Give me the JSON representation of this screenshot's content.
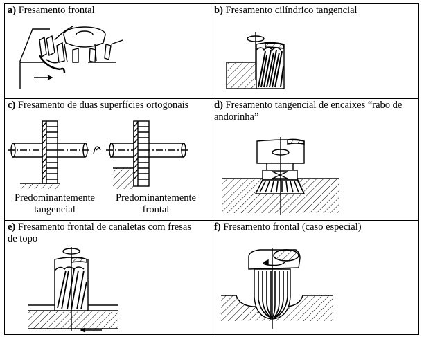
{
  "cells": [
    {
      "letter": "a)",
      "title": "Fresamento frontal"
    },
    {
      "letter": "b)",
      "title": "Fresamento cilíndrico tangencial"
    },
    {
      "letter": "c)",
      "title": "Fresamento de duas superfícies ortogonais",
      "sublabels": [
        {
          "line1": "Predominantemente",
          "line2": "tangencial"
        },
        {
          "line1": "Predominantemente",
          "line2": "frontal"
        }
      ]
    },
    {
      "letter": "d)",
      "title_line1": "Fresamento tangencial de encaixes “rabo de",
      "title_line2": "andorinha”"
    },
    {
      "letter": "e)",
      "title_line1": "Fresamento frontal de canaletas com fresas",
      "title_line2": "de topo"
    },
    {
      "letter": "f)",
      "title": "Fresamento frontal (caso especial)"
    }
  ]
}
